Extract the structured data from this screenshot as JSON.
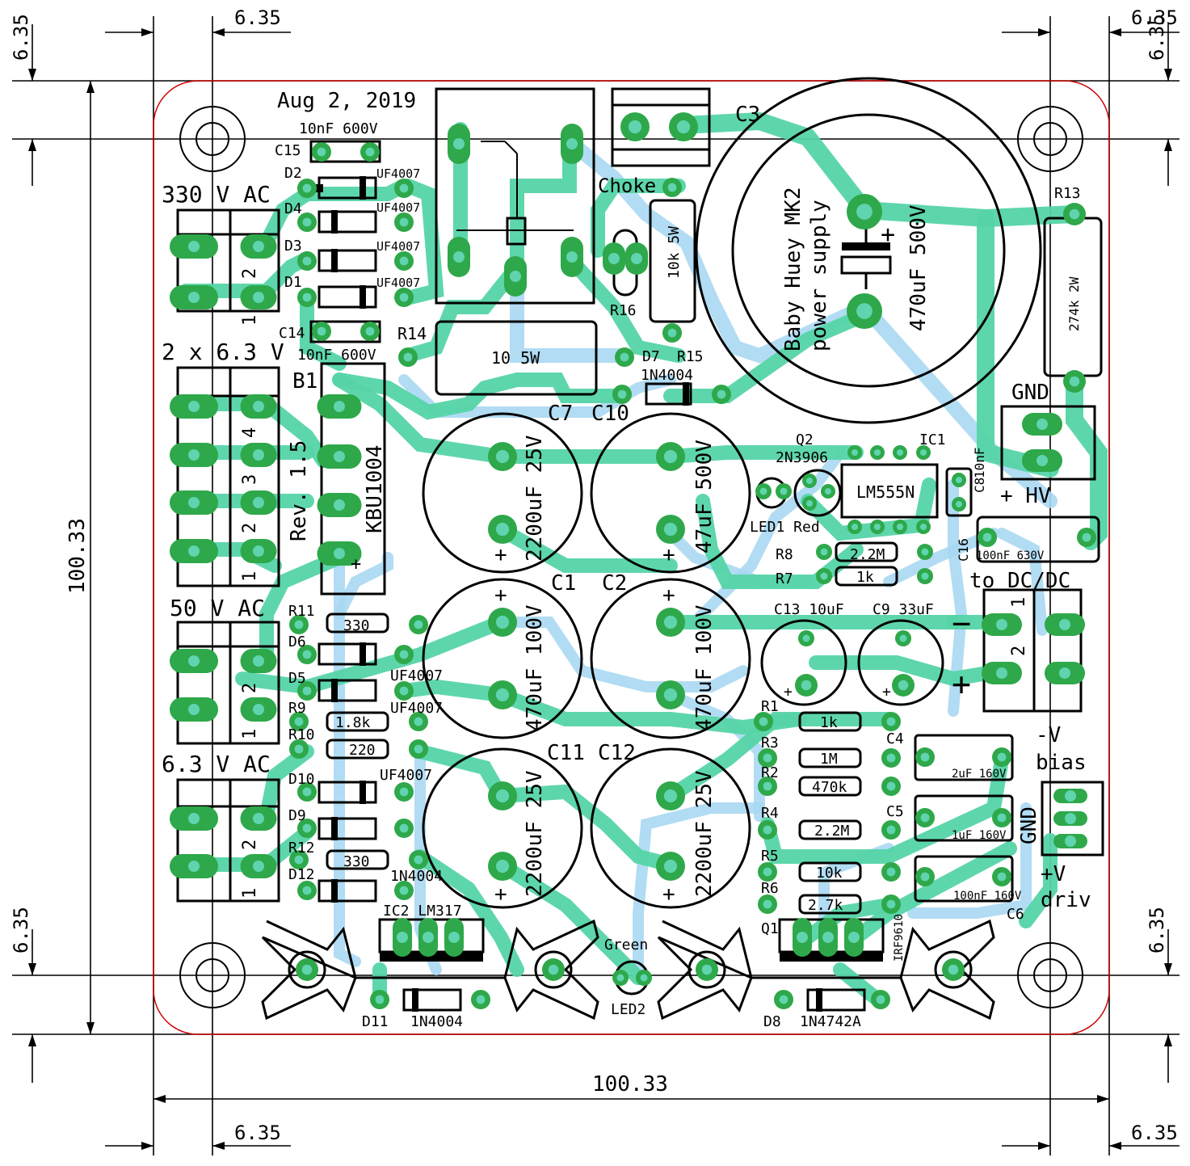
{
  "board": {
    "date": "Aug 2, 2019",
    "title_line1": "Baby Huey MK2",
    "title_line2": "power supply",
    "revision": "Rev. 1.5"
  },
  "dimensions": {
    "width_label": "100.33",
    "height_label": "100.33",
    "margin_label": "6.35"
  },
  "connectors": {
    "j330": "330 V AC",
    "j2x63": "2 x 6.3 V",
    "j50": "50 V AC",
    "j63": "6.3 V AC",
    "gnd": "GND",
    "hv": "+ HV",
    "dcdc": "to DC/DC",
    "neg_v": "-V",
    "bias": "bias",
    "pos_v": "+V",
    "driv": "driv",
    "gnd_vertical": "GND",
    "choke": "Choke",
    "minus_sign": "−",
    "plus_sign": "+"
  },
  "pin_numbers": [
    "1",
    "2",
    "3",
    "4"
  ],
  "components": {
    "C15": "C15",
    "C15_val": "10nF 600V",
    "C14": "C14",
    "C14_val": "10nF 600V",
    "D1": "D1",
    "D2": "D2",
    "D3": "D3",
    "D4": "D4",
    "uf4007": "UF4007",
    "R14": "R14",
    "R14_val": "10 5W",
    "R15": "R15",
    "R16": "R16",
    "R16_val": "10k 5W",
    "D7": "D7",
    "D7_val": "1N4004",
    "C3": "C3",
    "C3_val": "470uF 500V",
    "R13": "R13",
    "R13_val": "274k 2W",
    "B1": "B1",
    "B1_val": "KBU1004",
    "C7": "C7",
    "C7_val": "2200uF 25V",
    "C10": "C10",
    "C10_val": "47uF 500V",
    "Q2": "Q2",
    "Q2_val": "2N3906",
    "IC1": "IC1",
    "IC1_val": "LM555N",
    "C8": "C8",
    "C8_val": "10nF",
    "LED1": "LED1 Red",
    "R8": "R8",
    "R8_val": "2.2M",
    "R7": "R7",
    "R7_val": "1k",
    "C16": "C16",
    "C16_val": "100nF 630V",
    "C1": "C1",
    "C1_val": "470uF 100V",
    "C2": "C2",
    "C2_val": "470uF 100V",
    "C13": "C13 10uF",
    "C9": "C9 33uF",
    "R11": "R11",
    "R11_val": "330",
    "D6": "D6",
    "D5": "D5",
    "R9": "R9",
    "R9_val": "1.8k",
    "R10": "R10",
    "R10_val": "220",
    "R1": "R1",
    "R1_val": "1k",
    "R3": "R3",
    "R3_val": "1M",
    "R2": "R2",
    "R2_val": "470k",
    "C4": "C4",
    "C4_val": "2uF 160V",
    "C5": "C5",
    "C5_val": "1uF 160V",
    "C6": "C6",
    "C6_val": "100nF 160V",
    "R4": "R4",
    "R4_val": "2.2M",
    "R5": "R5",
    "R5_val": "10k",
    "R6": "R6",
    "R6_val": "2.7k",
    "C11": "C11",
    "C11_val": "2200uF 25V",
    "C12": "C12",
    "C12_val": "2200uF 25V",
    "D10": "D10",
    "D9": "D9",
    "R12": "R12",
    "R12_val": "330",
    "D12": "D12",
    "D12_val": "1N4004",
    "IC2": "IC2 LM317",
    "D11": "D11",
    "D11_val": "1N4004",
    "LED2": "LED2",
    "LED2_val": "Green",
    "Q1": "Q1",
    "Q1_val": "IRF9610",
    "D8": "D8",
    "D8_val": "1N4742A"
  },
  "colors": {
    "top_copper": "#55d4a6",
    "bottom_copper": "#a8d8f2",
    "pad": "#2ea84a",
    "edge_cuts": "#cc0000"
  }
}
